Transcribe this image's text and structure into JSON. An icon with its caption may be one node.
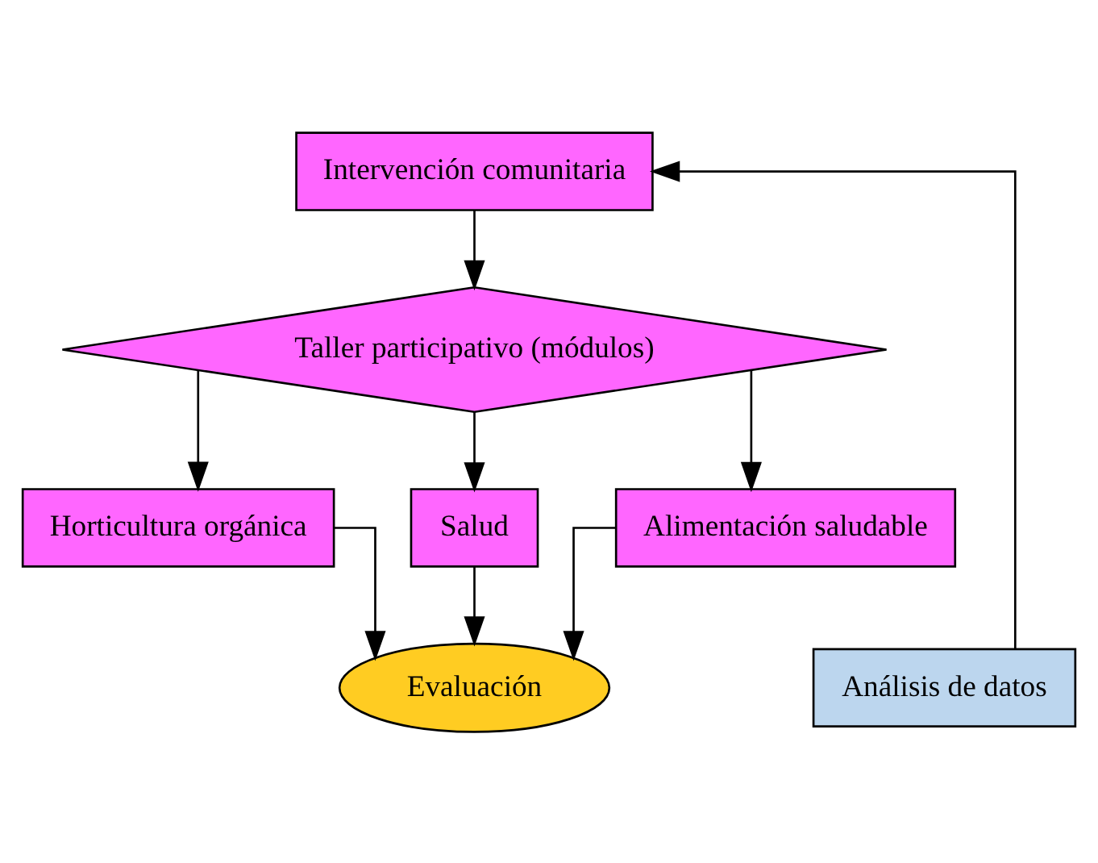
{
  "diagram": {
    "nodes": [
      {
        "text": [
          "Intervención comunitaria"
        ]
      },
      {
        "text": [
          "Taller participativo (módulos)"
        ]
      },
      {
        "text": [
          "Horticultura orgánica"
        ]
      },
      {
        "text": [
          "Salud"
        ]
      },
      {
        "text": [
          "Alimentación saludable"
        ]
      },
      {
        "text": [
          "Evaluación"
        ]
      },
      {
        "text": [
          "Análisis de datos"
        ]
      }
    ],
    "edges": [
      {
        "from": 0,
        "to": 1,
        "arrow": "to"
      },
      {
        "from": 1,
        "to": 2,
        "arrow": "to"
      },
      {
        "from": 1,
        "to": 3,
        "arrow": "to"
      },
      {
        "from": 1,
        "to": 4,
        "arrow": "to"
      },
      {
        "from": 3,
        "to": 5,
        "arrow": "to"
      },
      {
        "from": 4,
        "to": 5,
        "arrow": "to"
      },
      {
        "from": 2,
        "to": 5,
        "arrow": "to"
      },
      {
        "from": 6,
        "to": 0,
        "arrow": "to"
      }
    ]
  }
}
